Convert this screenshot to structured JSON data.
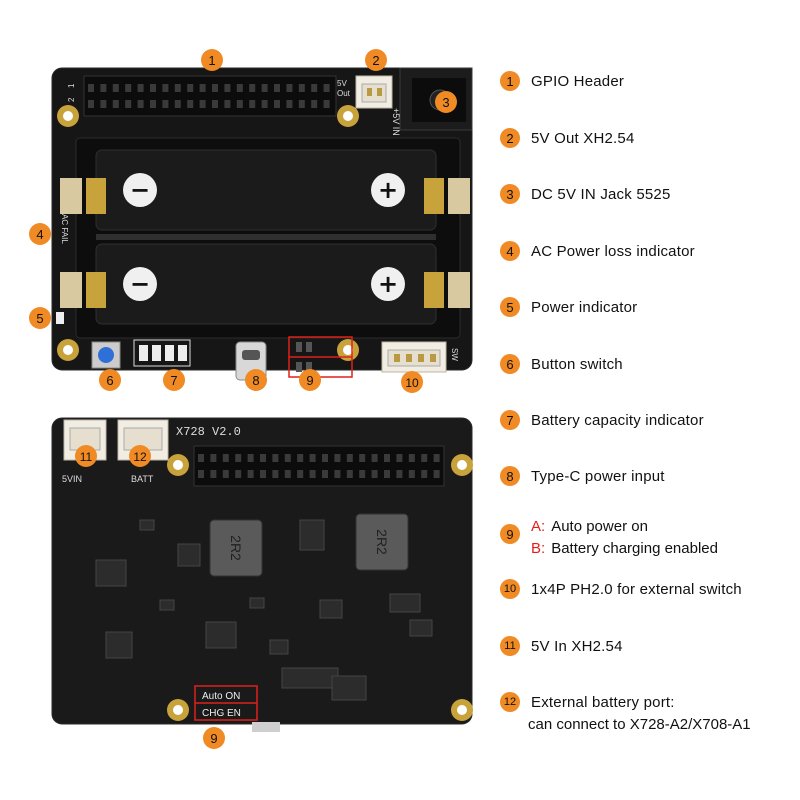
{
  "legend": [
    {
      "num": "1",
      "text": "GPIO Header"
    },
    {
      "num": "2",
      "text": "5V Out XH2.54"
    },
    {
      "num": "3",
      "text": "DC 5V IN Jack 5525"
    },
    {
      "num": "4",
      "text": "AC Power loss indicator"
    },
    {
      "num": "5",
      "text": "Power indicator"
    },
    {
      "num": "6",
      "text": "Button switch"
    },
    {
      "num": "7",
      "text": "Battery capacity indicator"
    },
    {
      "num": "8",
      "text": "Type-C power input"
    },
    {
      "num": "9",
      "text": ""
    },
    {
      "num": "10",
      "text": "1x4P PH2.0 for external switch"
    },
    {
      "num": "11",
      "text": "5V In XH2.54"
    },
    {
      "num": "12",
      "text": "External battery port:"
    }
  ],
  "legend9": {
    "a_key": "A:",
    "a_text": "Auto power on",
    "b_key": "B:",
    "b_text": "Battery charging enabled"
  },
  "legend12_line2": "can connect to X728-A2/X708-A1",
  "top_board": {
    "callouts": [
      "1",
      "2",
      "3",
      "4",
      "5",
      "6",
      "7",
      "8",
      "9",
      "10"
    ],
    "silk": {
      "pin1": "1",
      "pin2": "2",
      "five_v_out_a": "5V",
      "five_v_out_b": "Out",
      "five_v_in": "+5V IN",
      "ac_fail": "AC FAIL",
      "sw": "SW",
      "minus": "−",
      "plus": "+"
    }
  },
  "bottom_board": {
    "title": "X728 V2.0",
    "callouts": [
      "11",
      "12",
      "9"
    ],
    "silk": {
      "five_v_in": "5VIN",
      "batt": "BATT",
      "inductor": "2R2",
      "auto_on": "Auto ON",
      "chg_en": "CHG EN"
    }
  },
  "colors": {
    "callout": "#f08a24",
    "pcb": "#1a1a1a",
    "highlight_box": "#e0201a",
    "gold": "#c8a23a"
  }
}
